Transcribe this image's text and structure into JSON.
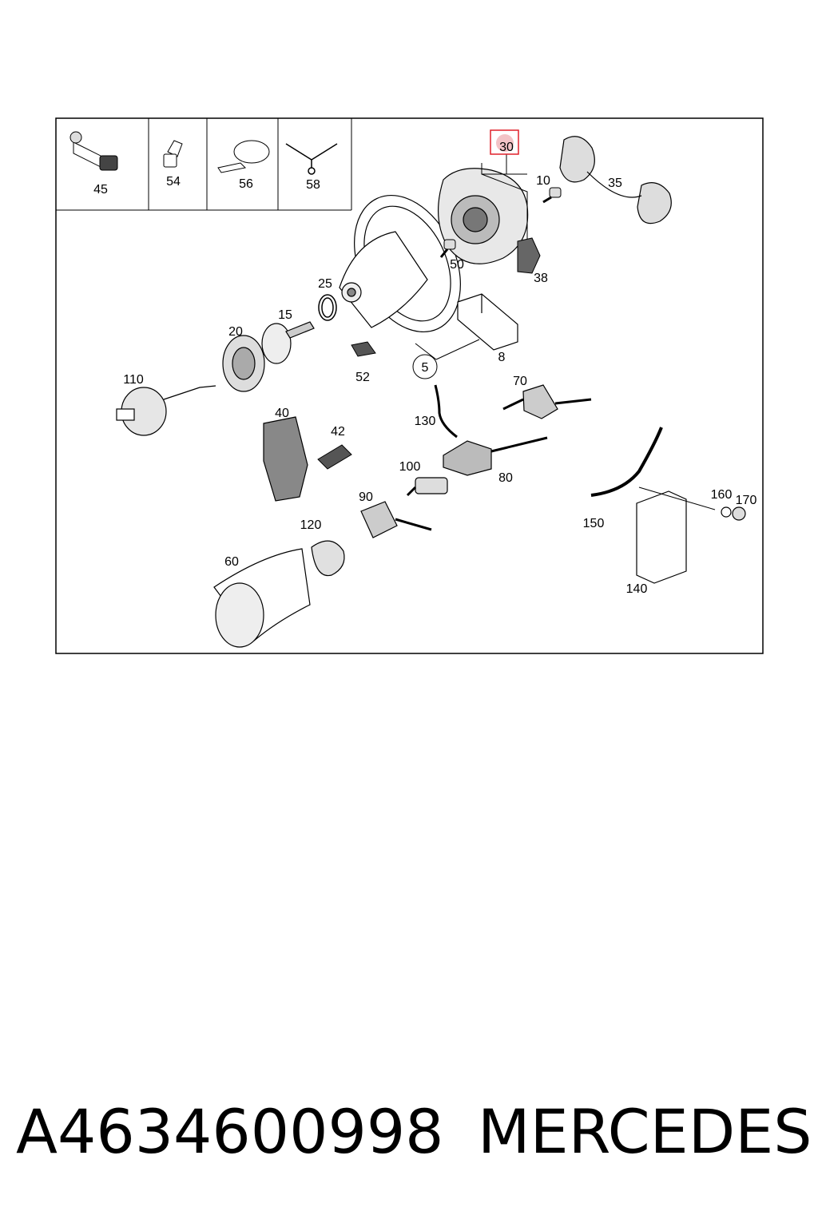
{
  "diagram": {
    "highlight_color": "#e0212a",
    "inset_parts": [
      {
        "id": "p45",
        "label": "45"
      },
      {
        "id": "p54",
        "label": "54"
      },
      {
        "id": "p56",
        "label": "56"
      },
      {
        "id": "p58",
        "label": "58"
      }
    ],
    "callouts": [
      {
        "id": "c30",
        "label": "30",
        "highlighted": true
      },
      {
        "id": "c10",
        "label": "10"
      },
      {
        "id": "c35",
        "label": "35"
      },
      {
        "id": "c50",
        "label": "50"
      },
      {
        "id": "c38",
        "label": "38"
      },
      {
        "id": "c25",
        "label": "25"
      },
      {
        "id": "c15",
        "label": "15"
      },
      {
        "id": "c20",
        "label": "20"
      },
      {
        "id": "c8",
        "label": "8"
      },
      {
        "id": "c5",
        "label": "5",
        "circled": true
      },
      {
        "id": "c52",
        "label": "52"
      },
      {
        "id": "c110",
        "label": "110"
      },
      {
        "id": "c70",
        "label": "70"
      },
      {
        "id": "c130",
        "label": "130"
      },
      {
        "id": "c40",
        "label": "40"
      },
      {
        "id": "c42",
        "label": "42"
      },
      {
        "id": "c100",
        "label": "100"
      },
      {
        "id": "c80",
        "label": "80"
      },
      {
        "id": "c90",
        "label": "90"
      },
      {
        "id": "c120",
        "label": "120"
      },
      {
        "id": "c150",
        "label": "150"
      },
      {
        "id": "c160",
        "label": "160"
      },
      {
        "id": "c170",
        "label": "170"
      },
      {
        "id": "c60",
        "label": "60"
      },
      {
        "id": "c140",
        "label": "140"
      }
    ]
  },
  "footer": {
    "part_number": "A4634600998",
    "brand": "MERCEDES"
  }
}
